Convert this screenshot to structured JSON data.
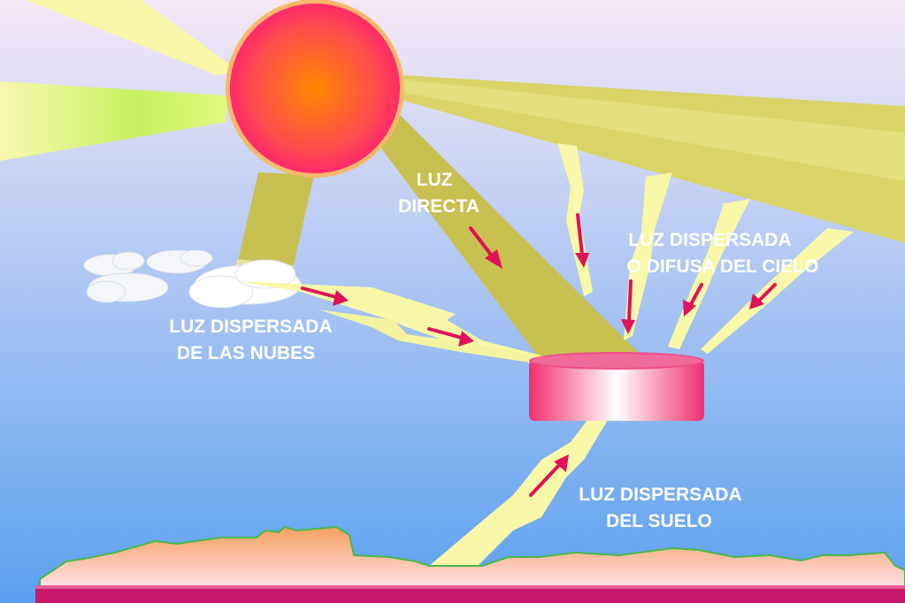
{
  "colors": {
    "sky_top": "#f6e8f6",
    "sky_bottom": "#5aa0f0",
    "sun_center": "#ff8800",
    "sun_edge": "#ff3060",
    "ray_light": "#f8f8a8",
    "beam_dark": "#c8c050",
    "ray_green": "#c8f060",
    "arrow": "#e0105a",
    "sensor": "#f0307a",
    "ground": "#f6a868",
    "ground_edge": "#48b848",
    "ground_base": "#c8186a",
    "cloud": "#ffffff"
  },
  "labels": {
    "direct": {
      "line1": "LUZ",
      "line2": "DIRECTA"
    },
    "clouds": {
      "line1": "LUZ DISPERSADA",
      "line2": "DE LAS NUBES"
    },
    "sky": {
      "line1": "LUZ  DISPERSADA",
      "line2": "O  DIFUSA DEL CIELO"
    },
    "ground": {
      "line1": "LUZ DISPERSADA",
      "line2": "DEL SUELO"
    }
  }
}
